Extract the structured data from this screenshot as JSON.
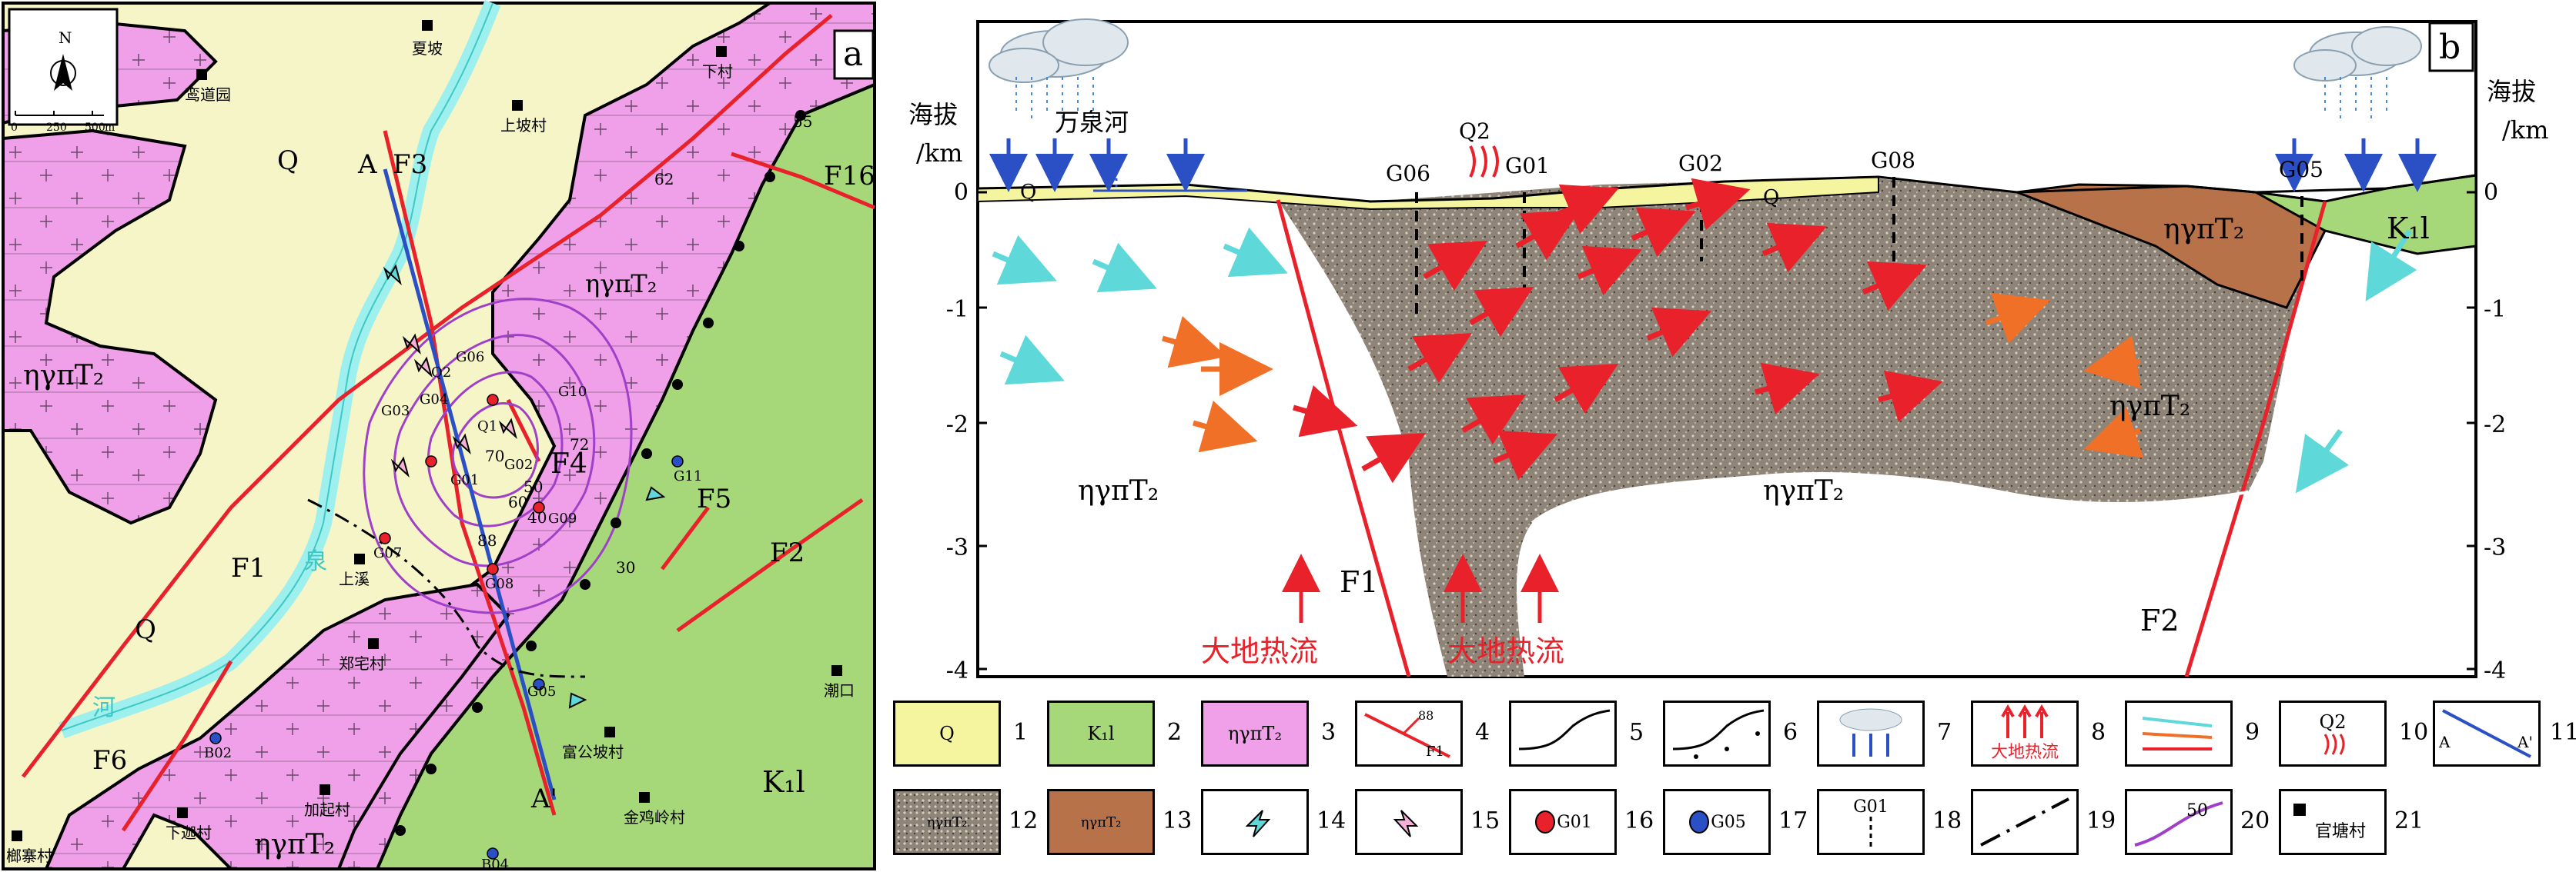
{
  "panel_a": {
    "label": "a",
    "north": "N",
    "scale_ticks": [
      "0",
      "250",
      "500",
      "m"
    ],
    "units": {
      "Q": "Q",
      "K1l": "K₁l",
      "granite": "ηγπT₂"
    },
    "faults": [
      "F1",
      "F2",
      "F3",
      "F4",
      "F5",
      "F6",
      "F16"
    ],
    "section_ends": [
      "A",
      "A'"
    ],
    "river": "泉",
    "river2": "河",
    "villages": [
      "夏坡",
      "上坡村",
      "下村",
      "鸾道园",
      "上溪",
      "郑宅村",
      "加起村",
      "下迦村",
      "榔寨村",
      "富公坡村",
      "金鸡岭村",
      "潮口"
    ],
    "wells": [
      "G01",
      "G02",
      "G03",
      "G04",
      "G05",
      "G06",
      "G07",
      "G08",
      "G09",
      "G10",
      "G11",
      "B02",
      "B04",
      "Q2",
      "Q1"
    ],
    "contours": [
      "50",
      "60",
      "30",
      "40",
      "88",
      "55",
      "62",
      "72",
      "70"
    ]
  },
  "panel_b": {
    "label": "b",
    "elev_title": "海拔",
    "elev_unit": "/km",
    "y_ticks": [
      "0",
      "-1",
      "-2",
      "-3",
      "-4"
    ],
    "river": "万泉河",
    "spring": "Q2",
    "wells": [
      "G06",
      "G01",
      "G02",
      "G08",
      "G05"
    ],
    "q_label": "Q",
    "granite_label": "ηγπT₂",
    "k_label": "K₁l",
    "faults": [
      "F1",
      "F2"
    ],
    "heat_flow": "大地热流"
  },
  "legend": [
    {
      "n": "1",
      "text": "Q"
    },
    {
      "n": "2",
      "text": "K₁l"
    },
    {
      "n": "3",
      "text": "ηγπT₂"
    },
    {
      "n": "4",
      "text": "F1",
      "sub": "88"
    },
    {
      "n": "5",
      "text": ""
    },
    {
      "n": "6",
      "text": ""
    },
    {
      "n": "7",
      "text": ""
    },
    {
      "n": "8",
      "text": "大地热流"
    },
    {
      "n": "9",
      "text": ""
    },
    {
      "n": "10",
      "text": "Q2"
    },
    {
      "n": "11",
      "text": "A",
      "sub": "A'"
    },
    {
      "n": "12",
      "text": "ηγπT₂"
    },
    {
      "n": "13",
      "text": "ηγπT₂"
    },
    {
      "n": "14",
      "text": ""
    },
    {
      "n": "15",
      "text": ""
    },
    {
      "n": "16",
      "text": "G01"
    },
    {
      "n": "17",
      "text": "G05"
    },
    {
      "n": "18",
      "text": "G01"
    },
    {
      "n": "19",
      "text": ""
    },
    {
      "n": "20",
      "text": "50"
    },
    {
      "n": "21",
      "text": "官塘村"
    }
  ],
  "colors": {
    "q": "#f5f5c8",
    "k": "#a6d87a",
    "granite": "#f0a0e8",
    "fault": "#e8212b",
    "section": "#2b4fc4",
    "river": "#9ef0ee",
    "brown": "#b8724a"
  }
}
